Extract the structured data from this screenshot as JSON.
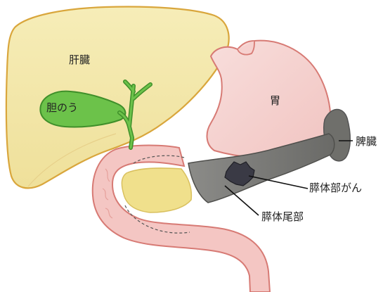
{
  "labels": {
    "liver": "肝臓",
    "gallbladder": "胆のう",
    "stomach": "胃",
    "spleen": "脾臓",
    "pancreatic_body_cancer": "膵体部がん",
    "pancreatic_body_tail": "膵体尾部"
  },
  "colors": {
    "liver_fill": "#f3e7a4",
    "liver_stroke": "#d9a63c",
    "gallbladder_fill": "#6cc24a",
    "gallbladder_stroke": "#3f8f2a",
    "stomach_fill": "#f6d1cf",
    "stomach_stroke": "#d77a74",
    "duodenum_fill": "#f4c6c3",
    "pancreas_head_fill": "#f0e08c",
    "pancreas_bodytail_fill": "#7b7b78",
    "spleen_fill": "#6f6f6b",
    "tumor_fill": "#3a3a45"
  }
}
